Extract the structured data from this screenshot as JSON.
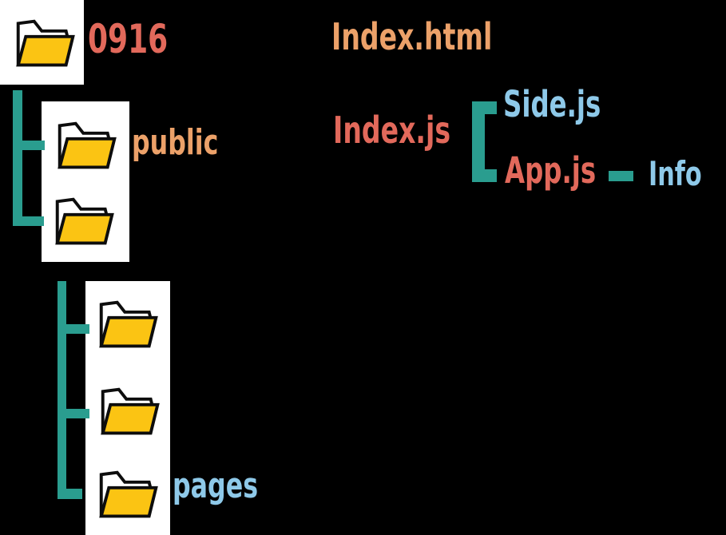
{
  "colors": {
    "background": "#000000",
    "teal": "#2A9D8F",
    "salmon": "#E2695B",
    "orange": "#ECA169",
    "blue": "#8EC9E9",
    "folder_yellow": "#FBC413",
    "folder_outline": "#0D0D0D",
    "panel_white": "#FFFFFF"
  },
  "icons": {
    "folder": "open-folder-icon"
  },
  "labels": {
    "root_folder": "0916",
    "index_html": "Index.html",
    "public_folder": "public",
    "index_js": "Index.js",
    "side_js": "Side.js",
    "app_js": "App.js",
    "info_component": "Info",
    "pages_folder": "pages"
  },
  "structure": {
    "root": "0916",
    "root_children": [
      "public",
      "pages"
    ],
    "index_js_children": [
      "Side.js",
      "App.js"
    ],
    "app_js_children": [
      "Info"
    ]
  }
}
